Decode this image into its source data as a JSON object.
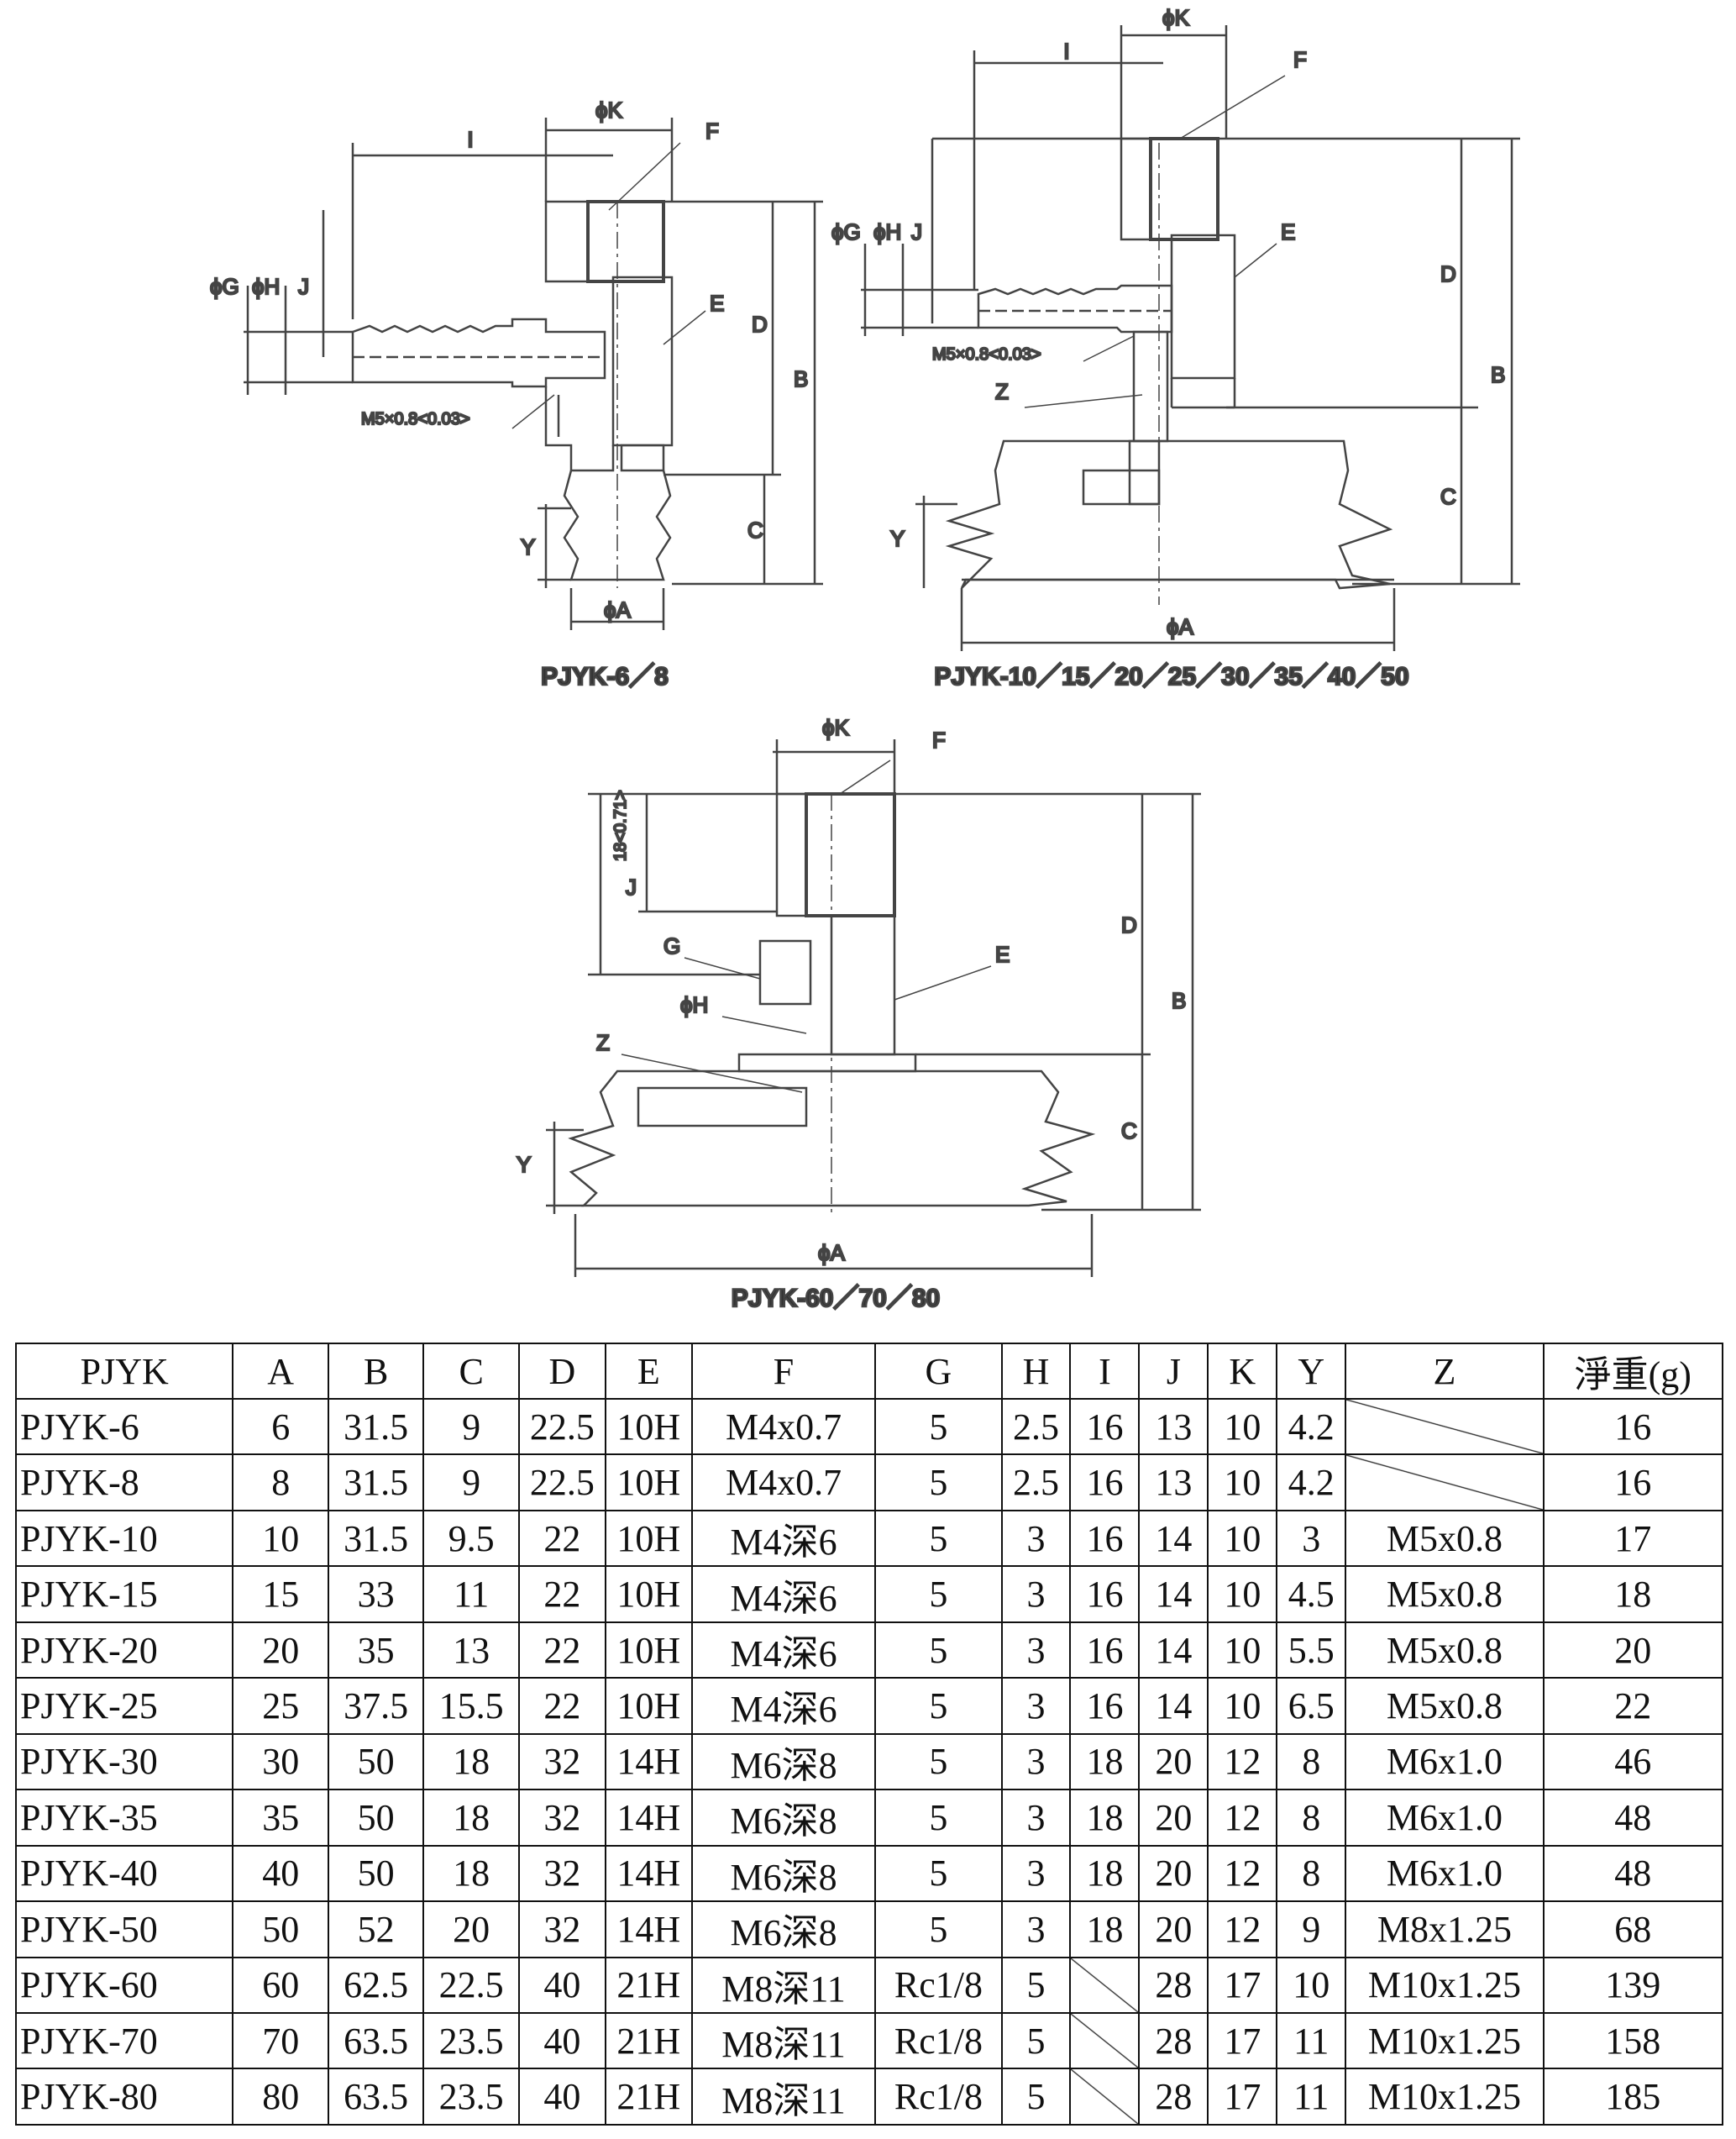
{
  "drawings": {
    "small": {
      "caption": "PJYK-6／8",
      "labels": {
        "K": "ϕK",
        "I": "I",
        "F": "F",
        "G": "ϕG",
        "H": "ϕH",
        "J": "J",
        "E": "E",
        "D": "D",
        "B": "B",
        "C": "C",
        "Y": "Y",
        "A": "ϕA",
        "thread": "M5×0.8<0.03>"
      }
    },
    "medium": {
      "caption": "PJYK-10／15／20／25／30／35／40／50",
      "labels": {
        "K": "ϕK",
        "I": "I",
        "F": "F",
        "G": "ϕG",
        "H": "ϕH",
        "J": "J",
        "E": "E",
        "D": "D",
        "B": "B",
        "C": "C",
        "Y": "Y",
        "A": "ϕA",
        "Z": "Z",
        "thread": "M5×0.8<0.03>"
      }
    },
    "large": {
      "caption": "PJYK-60／70／80",
      "labels": {
        "K": "ϕK",
        "F": "F",
        "J": "J",
        "dim": "18<0.71>",
        "G": "G",
        "H": "ϕH",
        "E": "E",
        "Z": "Z",
        "D": "D",
        "B": "B",
        "C": "C",
        "Y": "Y",
        "A": "ϕA"
      }
    }
  },
  "table": {
    "headers": [
      "PJYK",
      "A",
      "B",
      "C",
      "D",
      "E",
      "F",
      "G",
      "H",
      "I",
      "J",
      "K",
      "Y",
      "Z",
      "淨重(g)"
    ],
    "rows": [
      [
        "PJYK-6",
        "6",
        "31.5",
        "9",
        "22.5",
        "10H",
        "M4x0.7",
        "5",
        "2.5",
        "16",
        "13",
        "10",
        "4.2",
        "",
        "16"
      ],
      [
        "PJYK-8",
        "8",
        "31.5",
        "9",
        "22.5",
        "10H",
        "M4x0.7",
        "5",
        "2.5",
        "16",
        "13",
        "10",
        "4.2",
        "",
        "16"
      ],
      [
        "PJYK-10",
        "10",
        "31.5",
        "9.5",
        "22",
        "10H",
        "M4深6",
        "5",
        "3",
        "16",
        "14",
        "10",
        "3",
        "M5x0.8",
        "17"
      ],
      [
        "PJYK-15",
        "15",
        "33",
        "11",
        "22",
        "10H",
        "M4深6",
        "5",
        "3",
        "16",
        "14",
        "10",
        "4.5",
        "M5x0.8",
        "18"
      ],
      [
        "PJYK-20",
        "20",
        "35",
        "13",
        "22",
        "10H",
        "M4深6",
        "5",
        "3",
        "16",
        "14",
        "10",
        "5.5",
        "M5x0.8",
        "20"
      ],
      [
        "PJYK-25",
        "25",
        "37.5",
        "15.5",
        "22",
        "10H",
        "M4深6",
        "5",
        "3",
        "16",
        "14",
        "10",
        "6.5",
        "M5x0.8",
        "22"
      ],
      [
        "PJYK-30",
        "30",
        "50",
        "18",
        "32",
        "14H",
        "M6深8",
        "5",
        "3",
        "18",
        "20",
        "12",
        "8",
        "M6x1.0",
        "46"
      ],
      [
        "PJYK-35",
        "35",
        "50",
        "18",
        "32",
        "14H",
        "M6深8",
        "5",
        "3",
        "18",
        "20",
        "12",
        "8",
        "M6x1.0",
        "48"
      ],
      [
        "PJYK-40",
        "40",
        "50",
        "18",
        "32",
        "14H",
        "M6深8",
        "5",
        "3",
        "18",
        "20",
        "12",
        "8",
        "M6x1.0",
        "48"
      ],
      [
        "PJYK-50",
        "50",
        "52",
        "20",
        "32",
        "14H",
        "M6深8",
        "5",
        "3",
        "18",
        "20",
        "12",
        "9",
        "M8x1.25",
        "68"
      ],
      [
        "PJYK-60",
        "60",
        "62.5",
        "22.5",
        "40",
        "21H",
        "M8深11",
        "Rc1/8",
        "5",
        "",
        "28",
        "17",
        "10",
        "M10x1.25",
        "139"
      ],
      [
        "PJYK-70",
        "70",
        "63.5",
        "23.5",
        "40",
        "21H",
        "M8深11",
        "Rc1/8",
        "5",
        "",
        "28",
        "17",
        "11",
        "M10x1.25",
        "158"
      ],
      [
        "PJYK-80",
        "80",
        "63.5",
        "23.5",
        "40",
        "21H",
        "M8深11",
        "Rc1/8",
        "5",
        "",
        "28",
        "17",
        "11",
        "M10x1.25",
        "185"
      ]
    ]
  }
}
